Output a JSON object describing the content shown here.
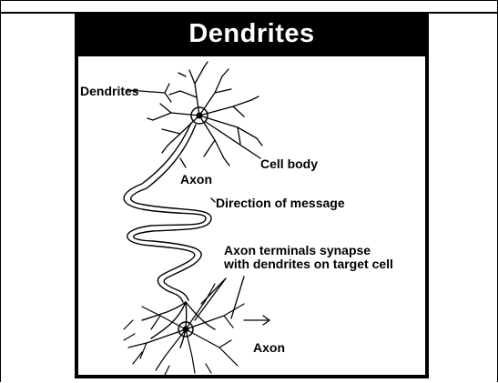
{
  "figure": {
    "title": "Dendrites",
    "labels": {
      "dendrites": "Dendrites",
      "cell_body": "Cell body",
      "axon_top": "Axon",
      "direction": "Direction of message",
      "terminals_line1": "Axon terminals synapse",
      "terminals_line2": "with dendrites on target cell",
      "axon_bottom": "Axon"
    }
  },
  "colors": {
    "ink": "#000000",
    "paper": "#ffffff"
  }
}
